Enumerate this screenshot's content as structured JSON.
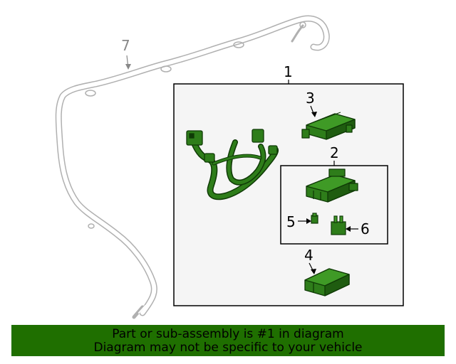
{
  "callouts": {
    "c1": "1",
    "c2": "2",
    "c3": "3",
    "c4": "4",
    "c5": "5",
    "c6": "6",
    "c7": "7"
  },
  "banner": {
    "line1": "Part or sub-assembly is #1 in diagram",
    "line2": "Diagram may not be specific to your vehicle"
  },
  "colors": {
    "part_fill": "#2e7d1a",
    "part_stroke": "#0f3a06",
    "banner_bg": "#1f6f00",
    "assembly_bg": "#f5f5f5",
    "harness_gray": "#b0b0b0"
  }
}
